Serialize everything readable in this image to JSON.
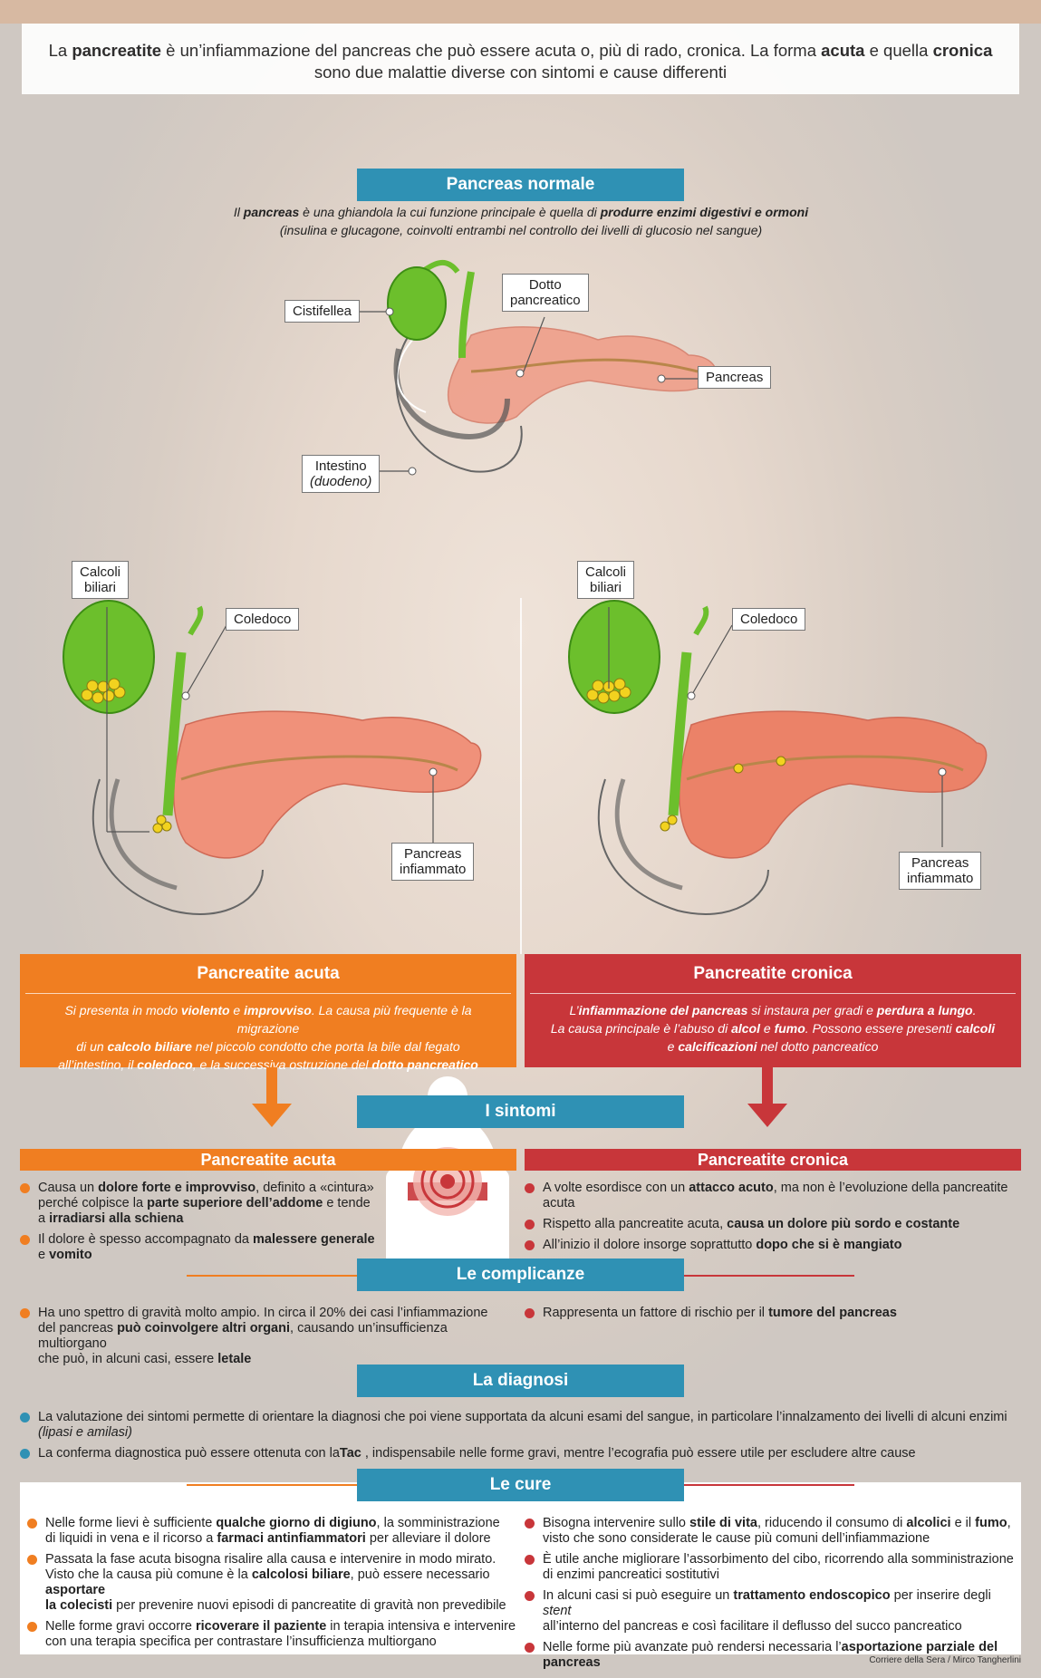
{
  "intro": {
    "line1_a": "La ",
    "line1_b": "pancreatite",
    "line1_c": " è un’infiammazione del pancreas che può essere acuta o, più di rado, cronica. La forma ",
    "line1_d": "acuta",
    "line1_e": " e quella ",
    "line1_f": "cronica",
    "line2": "sono due malattie diverse con sintomi e cause differenti"
  },
  "normal": {
    "title": "Pancreas normale",
    "desc1_a": "Il ",
    "desc1_b": "pancreas",
    "desc1_c": " è una ghiandola la cui funzione principale è quella di ",
    "desc1_d": "produrre enzimi digestivi e ormoni",
    "desc2": "(insulina e glucagone, coinvolti entrambi nel controllo dei livelli di glucosio nel sangue)",
    "labels": {
      "cistifellea": "Cistifellea",
      "dotto_1": "Dotto",
      "dotto_2": "pancreatico",
      "pancreas": "Pancreas",
      "intestino_1": "Intestino",
      "intestino_2": "(duodeno)"
    }
  },
  "inflamed": {
    "calcoli_1": "Calcoli",
    "calcoli_2": "biliari",
    "coledoco": "Coledoco",
    "infiammato_1": "Pancreas",
    "infiammato_2": "infiammato"
  },
  "acute_box": {
    "title": "Pancreatite acuta",
    "t1_a": "Si presenta in modo ",
    "t1_b": "violento",
    "t1_c": " e ",
    "t1_d": "improvviso",
    "t1_e": ". La causa più frequente è la migrazione",
    "t2_a": "di un ",
    "t2_b": "calcolo biliare",
    "t2_c": " nel piccolo condotto che porta la bile dal fegato",
    "t3_a": "all’intestino, il ",
    "t3_b": "coledoco",
    "t3_c": ", e la successiva ostruzione del ",
    "t3_d": "dotto pancreatico"
  },
  "chronic_box": {
    "title": "Pancreatite cronica",
    "t1_a": "L’",
    "t1_b": "infiammazione del pancreas",
    "t1_c": " si instaura per gradi e ",
    "t1_d": "perdura a lungo",
    "t1_e": ".",
    "t2_a": "La causa principale è l’abuso di ",
    "t2_b": "alcol",
    "t2_c": " e ",
    "t2_d": "fumo",
    "t2_e": ". Possono essere presenti ",
    "t2_f": "calcoli",
    "t3_a": "e ",
    "t3_b": "calcificazioni",
    "t3_c": " nel dotto pancreatico"
  },
  "sintomi": {
    "title": "I sintomi",
    "acute_header": "Pancreatite acuta",
    "chronic_header": "Pancreatite cronica",
    "acute_1_a": "Causa un ",
    "acute_1_b": "dolore forte e improvviso",
    "acute_1_c": ", definito a «cintura»",
    "acute_1_d": "perché colpisce la ",
    "acute_1_e": "parte superiore dell’addome",
    "acute_1_f": " e tende",
    "acute_1_g": "a ",
    "acute_1_h": "irradiarsi alla schiena",
    "acute_2_a": "Il dolore è spesso accompagnato da ",
    "acute_2_b": "malessere generale",
    "acute_2_c": "e ",
    "acute_2_d": "vomito",
    "chronic_1_a": "A volte esordisce con un ",
    "chronic_1_b": "attacco acuto",
    "chronic_1_c": ", ma non è l’evoluzione della pancreatite acuta",
    "chronic_2_a": "Rispetto alla pancreatite acuta, ",
    "chronic_2_b": "causa un dolore più sordo e costante",
    "chronic_3_a": "All’inizio il dolore insorge soprattutto ",
    "chronic_3_b": "dopo che si è mangiato"
  },
  "complicanze": {
    "title": "Le complicanze",
    "acute_a": "Ha uno spettro di gravità molto ampio. In circa il 20% dei casi l’infiammazione",
    "acute_b": "del pancreas ",
    "acute_c": "può coinvolgere altri organi",
    "acute_d": ", causando un’insufficienza multiorgano",
    "acute_e": "che può, in alcuni casi, essere ",
    "acute_f": "letale",
    "chronic_a": "Rappresenta un fattore di rischio per il ",
    "chronic_b": "tumore del pancreas"
  },
  "diagnosi": {
    "title": "La diagnosi",
    "d1_a": "La valutazione dei sintomi permette di orientare la diagnosi che poi viene supportata da alcuni esami del sangue, in particolare l’innalzamento dei livelli di alcuni enzimi ",
    "d1_b": "(lipasi e amilasi)",
    "d2_a": "La conferma diagnostica può essere ottenuta con la",
    "d2_b": "Tac",
    "d2_c": " , indispensabile nelle forme gravi, mentre l’ecografia può essere utile per escludere altre cause"
  },
  "cure": {
    "title": "Le cure",
    "a1_a": "Nelle forme lievi è sufficiente ",
    "a1_b": "qualche giorno di digiuno",
    "a1_c": ", la somministrazione",
    "a1_d": "di liquidi in vena e il ricorso a ",
    "a1_e": "farmaci antinfiammatori",
    "a1_f": " per alleviare il dolore",
    "a2_a": "Passata la fase acuta bisogna risalire alla causa e intervenire in modo mirato.",
    "a2_b": "Visto che la causa più comune è la ",
    "a2_c": "calcolosi biliare",
    "a2_d": ", può essere necessario ",
    "a2_e": "asportare",
    "a2_f": "la colecisti",
    "a2_g": " per prevenire nuovi episodi di pancreatite di gravità non prevedibile",
    "a3_a": "Nelle forme gravi occorre ",
    "a3_b": "ricoverare il paziente",
    "a3_c": " in terapia intensiva e intervenire",
    "a3_d": "con una terapia specifica per contrastare l’insufficienza multiorgano",
    "c1_a": "Bisogna intervenire sullo ",
    "c1_b": "stile di vita",
    "c1_c": ", riducendo il consumo di ",
    "c1_d": "alcolici",
    "c1_e": " e il ",
    "c1_f": "fumo",
    "c1_g": ",",
    "c1_h": "visto che sono considerate le cause più comuni dell’infiammazione",
    "c2_a": "È utile anche migliorare l’assorbimento del cibo, ricorrendo alla somministrazione",
    "c2_b": "di enzimi pancreatici sostitutivi",
    "c3_a": "In alcuni casi si può eseguire un ",
    "c3_b": "trattamento endoscopico",
    "c3_c": " per inserire degli ",
    "c3_d": "stent",
    "c3_e": "all’interno del pancreas e così facilitare il deflusso del succo pancreatico",
    "c4_a": "Nelle forme più avanzate può rendersi necessaria l’",
    "c4_b": "asportazione parziale del pancreas"
  },
  "credit": "Corriere della Sera / Mirco Tangherlini",
  "colors": {
    "acute": "#f07e21",
    "chronic": "#c8363a",
    "blue": "#2f91b4",
    "pancreas": "#f09b86",
    "gallbladder": "#6cbf2c"
  }
}
